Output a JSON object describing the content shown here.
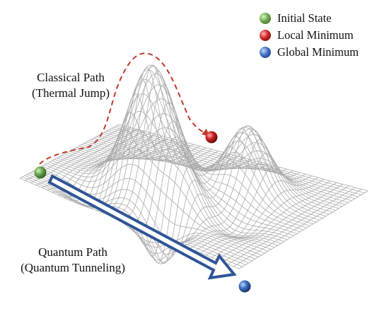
{
  "legend": {
    "items": [
      {
        "label": "Initial State",
        "color": "#6aa84f",
        "icon": "green-sphere"
      },
      {
        "label": "Local Minimum",
        "color": "#cc2222",
        "icon": "red-sphere"
      },
      {
        "label": "Global Minimum",
        "color": "#3d6fc4",
        "icon": "blue-sphere"
      }
    ]
  },
  "classical_path": {
    "line1": "Classical Path",
    "line2": "(Thermal Jump)",
    "color": "#c0392b",
    "style": "dashed"
  },
  "quantum_path": {
    "line1": "Quantum Path",
    "line2": "(Quantum Tunneling)",
    "color": "#2f5597",
    "style": "hollow-arrow"
  },
  "surface": {
    "type": "wireframe",
    "line_color": "#aaaaaa"
  }
}
